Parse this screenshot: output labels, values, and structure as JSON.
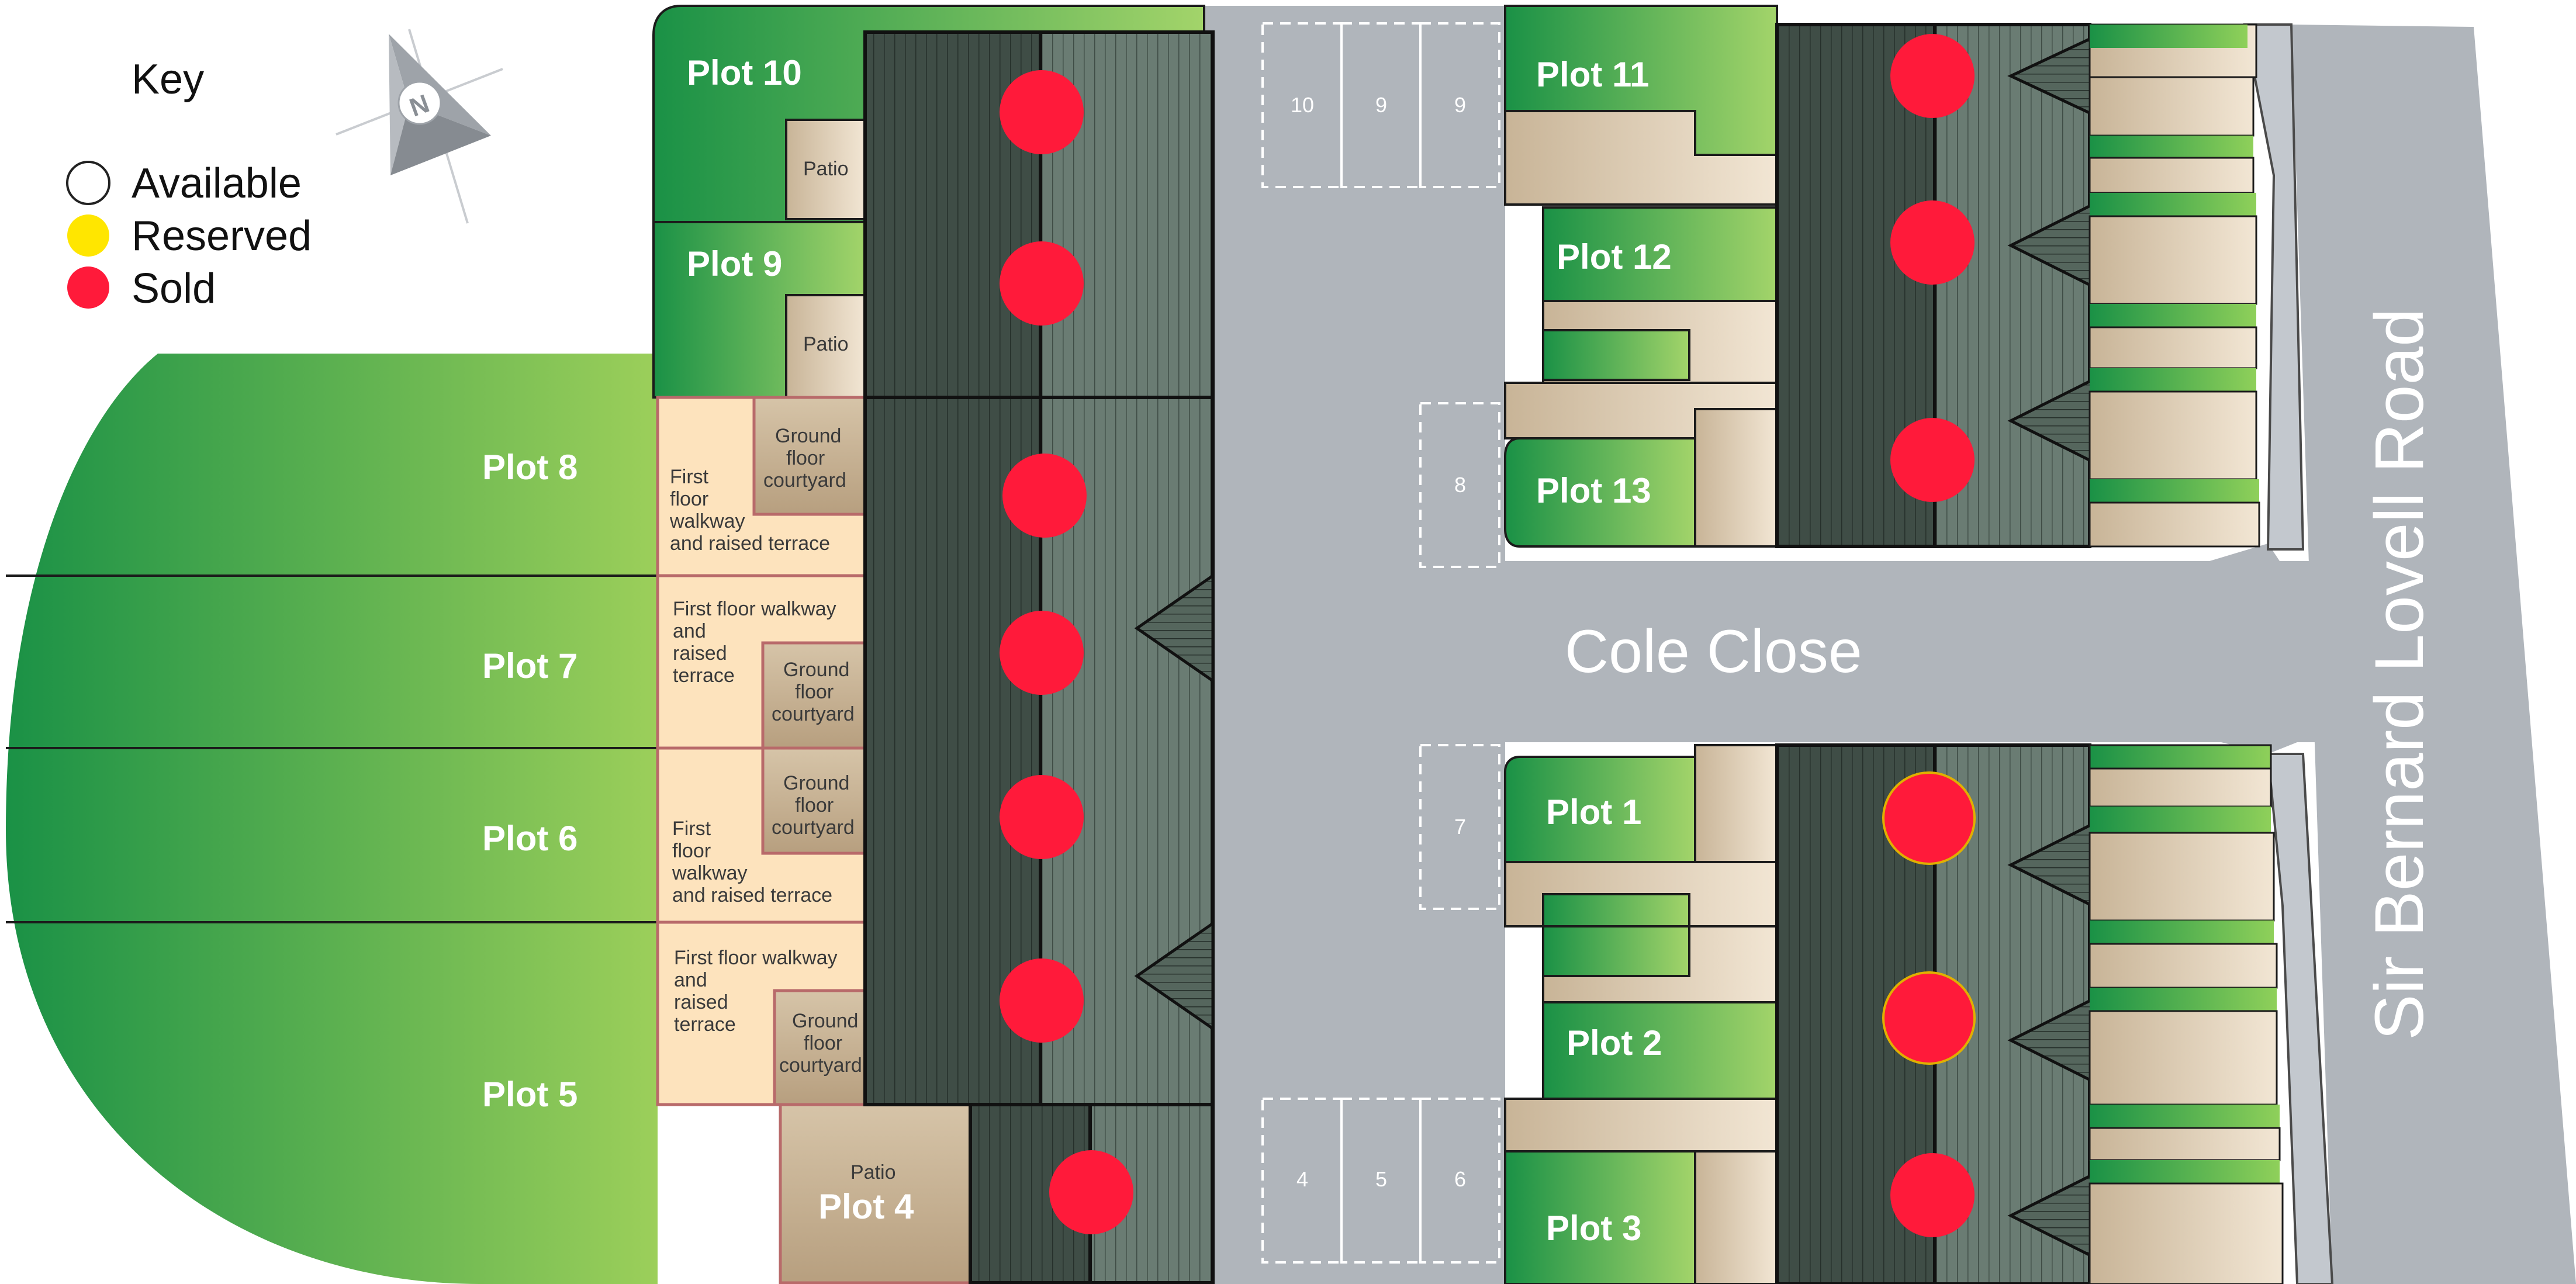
{
  "key": {
    "title": "Key",
    "items": [
      {
        "label": "Available",
        "color": "#ffffff"
      },
      {
        "label": "Reserved",
        "color": "#ffe600"
      },
      {
        "label": "Sold",
        "color": "#ff1a3a"
      }
    ]
  },
  "compass": {
    "label": "N"
  },
  "roads": {
    "close": "Cole Close",
    "main": "Sir Bernard Lovell Road"
  },
  "plots": [
    {
      "id": "plot-1",
      "label": "Plot 1",
      "status": "sold"
    },
    {
      "id": "plot-2",
      "label": "Plot 2",
      "status": "sold"
    },
    {
      "id": "plot-3",
      "label": "Plot 3",
      "status": "sold"
    },
    {
      "id": "plot-4",
      "label": "Plot 4",
      "status": "sold"
    },
    {
      "id": "plot-5",
      "label": "Plot 5",
      "status": "sold"
    },
    {
      "id": "plot-6",
      "label": "Plot 6",
      "status": "sold"
    },
    {
      "id": "plot-7",
      "label": "Plot 7",
      "status": "sold"
    },
    {
      "id": "plot-8",
      "label": "Plot 8",
      "status": "sold"
    },
    {
      "id": "plot-9",
      "label": "Plot 9",
      "status": "sold"
    },
    {
      "id": "plot-10",
      "label": "Plot 10",
      "status": "sold"
    },
    {
      "id": "plot-11",
      "label": "Plot 11",
      "status": "sold"
    },
    {
      "id": "plot-12",
      "label": "Plot 12",
      "status": "sold"
    },
    {
      "id": "plot-13",
      "label": "Plot 13",
      "status": "sold"
    }
  ],
  "areas": {
    "patio": "Patio",
    "ground_line1": "Ground",
    "ground_line2": "floor",
    "ground_line3": "courtyard",
    "walk_a1": "First",
    "walk_a2": "floor",
    "walk_a3": "walkway",
    "walk_a4": "and raised terrace",
    "walk_b1": "First floor walkway",
    "walk_b2": "and",
    "walk_b3": "raised",
    "walk_b4": "terrace"
  },
  "parking": {
    "top_left": [
      "10",
      "9",
      "9"
    ],
    "top_right": "8",
    "mid_right": "7",
    "bottom": [
      "4",
      "5",
      "6"
    ]
  },
  "colors": {
    "road": "#aeb3b9",
    "roof_dark": "#3d4b44",
    "roof_light": "#667a70",
    "garden_dark": "#1a9146",
    "garden_light": "#8cc84e",
    "sold": "#ff1a3a",
    "terrace": "#fde3bd",
    "courtyard": "#d2c0a6"
  }
}
